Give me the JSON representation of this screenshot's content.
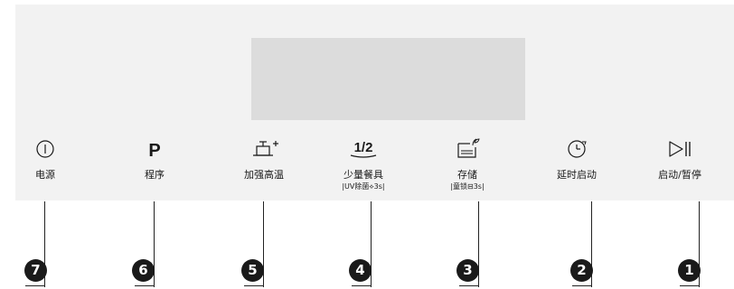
{
  "panel": {
    "controls": [
      {
        "id": 7,
        "icon": "power-icon",
        "label": "电源",
        "sub": ""
      },
      {
        "id": 6,
        "icon": "program-icon",
        "glyph": "P",
        "label": "程序",
        "sub": ""
      },
      {
        "id": 5,
        "icon": "heat-plus-icon",
        "label": "加强高温",
        "sub": ""
      },
      {
        "id": 4,
        "icon": "half-load-icon",
        "glyph": "1/2",
        "label": "少量餐具",
        "sub": "|UV除菌⟡3s|"
      },
      {
        "id": 3,
        "icon": "storage-icon",
        "label": "存储",
        "sub": "|童锁⊟3s|"
      },
      {
        "id": 2,
        "icon": "clock-icon",
        "label": "延时启动",
        "sub": ""
      },
      {
        "id": 1,
        "icon": "play-pause-icon",
        "label": "启动/暂停",
        "sub": ""
      }
    ],
    "markers": [
      "7",
      "6",
      "5",
      "4",
      "3",
      "2",
      "1"
    ]
  }
}
